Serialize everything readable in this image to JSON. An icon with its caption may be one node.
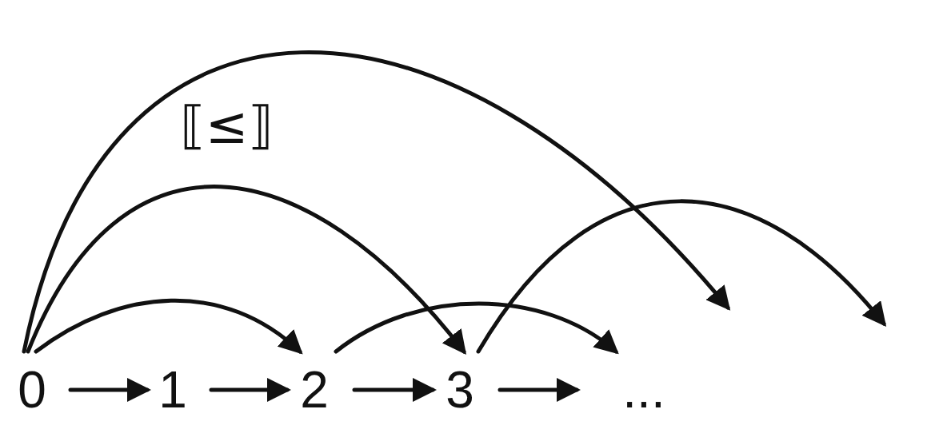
{
  "diagram": {
    "nodes": [
      {
        "text": [
          "0"
        ]
      },
      {
        "text": [
          "1"
        ]
      },
      {
        "text": [
          "2"
        ]
      },
      {
        "text": [
          "3"
        ]
      },
      {
        "text": [
          "..."
        ]
      }
    ],
    "edges": [
      {
        "from": 0,
        "to": 1,
        "arrow": "to"
      },
      {
        "from": 1,
        "to": 2,
        "arrow": "to"
      },
      {
        "from": 2,
        "to": 3,
        "arrow": "to"
      },
      {
        "from": 3,
        "to": 4,
        "arrow": "to"
      },
      {
        "from": 0,
        "to": 2,
        "arrow": "to"
      },
      {
        "from": 0,
        "to": 3,
        "arrow": "to"
      },
      {
        "from": 0,
        "to": null,
        "arrow": "to"
      },
      {
        "from": 2,
        "to": 4,
        "arrow": "to"
      },
      {
        "from": 3,
        "to": null,
        "arrow": "to"
      }
    ],
    "labels": [
      "⟦≤⟧"
    ]
  }
}
